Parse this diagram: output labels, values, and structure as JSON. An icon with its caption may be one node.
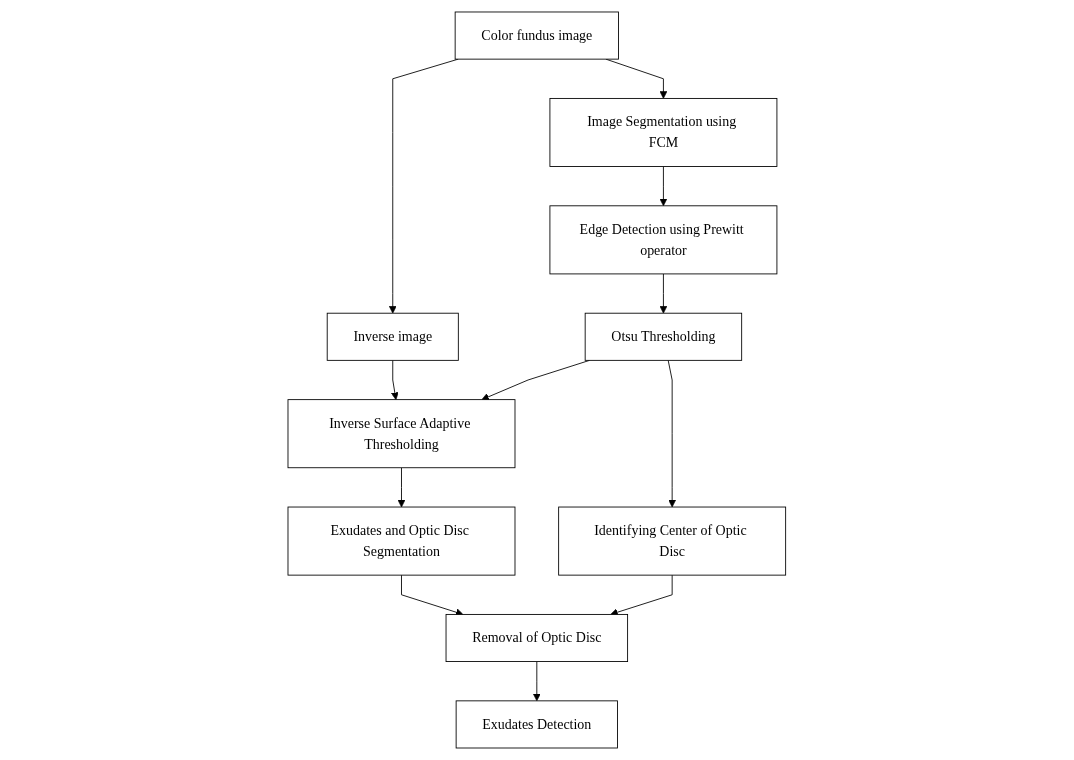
{
  "diagram": {
    "nodes": [
      {
        "text": [
          "Color fundus image"
        ]
      },
      {
        "text": [
          "Image Segmentation using FCM"
        ]
      },
      {
        "text": [
          "Edge Detection using Prewitt operator"
        ]
      },
      {
        "text": [
          "Otsu Thresholding"
        ]
      },
      {
        "text": [
          "Inverse image"
        ]
      },
      {
        "text": [
          "Inverse Surface Adaptive Thresholding"
        ]
      },
      {
        "text": [
          "Identifying Center of Optic Disc"
        ]
      },
      {
        "text": [
          "Exudates and Optic Disc Segmentation"
        ]
      },
      {
        "text": [
          "Removal of Optic Disc"
        ]
      },
      {
        "text": [
          "Exudates Detection"
        ]
      }
    ],
    "edges": [
      {
        "from": 0,
        "to": 1,
        "arrow": "to"
      },
      {
        "from": 1,
        "to": 2,
        "arrow": "to"
      },
      {
        "from": 2,
        "to": 3,
        "arrow": "to"
      },
      {
        "from": 0,
        "to": 4,
        "arrow": "to"
      },
      {
        "from": 4,
        "to": 5,
        "arrow": "to"
      },
      {
        "from": 3,
        "to": 5,
        "arrow": "to"
      },
      {
        "from": 3,
        "to": 6,
        "arrow": "to"
      },
      {
        "from": 5,
        "to": 7,
        "arrow": "to"
      },
      {
        "from": 7,
        "to": 8,
        "arrow": "to"
      },
      {
        "from": 6,
        "to": 8,
        "arrow": "to"
      },
      {
        "from": 8,
        "to": 9,
        "arrow": "to"
      }
    ]
  }
}
